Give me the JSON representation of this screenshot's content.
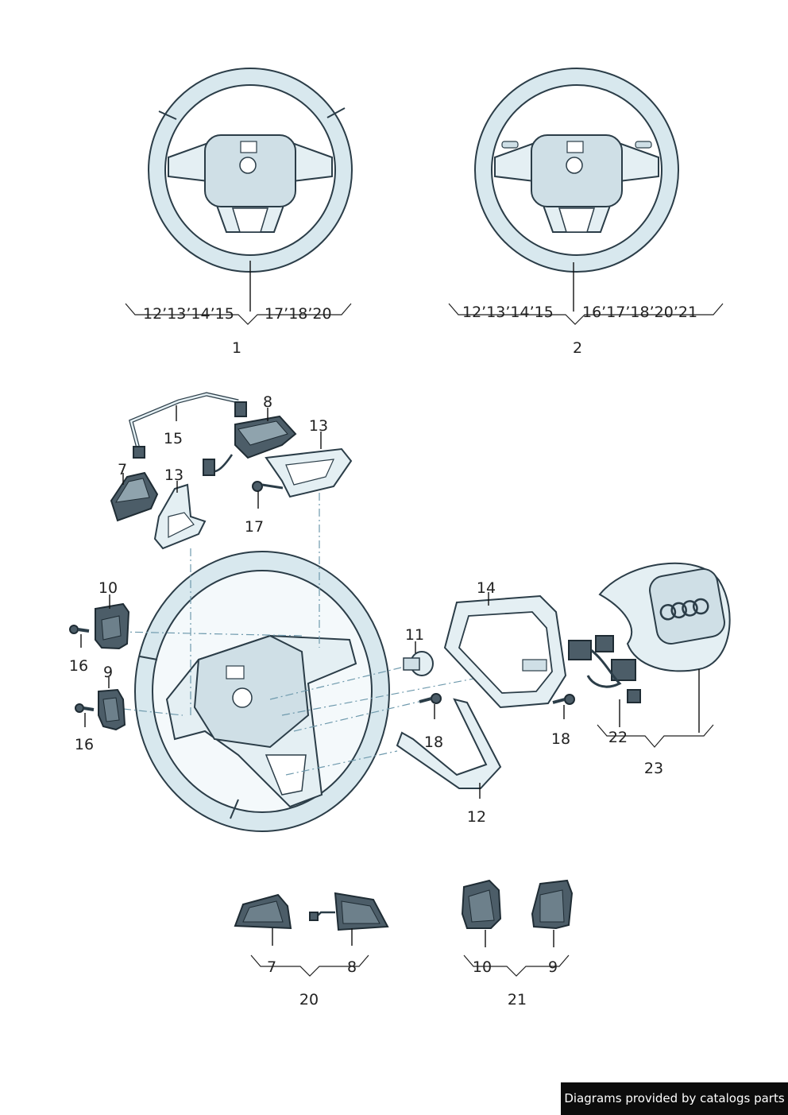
{
  "callouts": {
    "c1": "1",
    "c2": "2",
    "c7": "7",
    "c8": "8",
    "c9": "9",
    "c10": "10",
    "c11": "11",
    "c12": "12",
    "c13a": "13",
    "c13b": "13",
    "c14": "14",
    "c15": "15",
    "c16a": "16",
    "c16b": "16",
    "c17": "17",
    "c18a": "18",
    "c18b": "18",
    "c20": "20",
    "c21": "21",
    "c22": "22",
    "c23": "23",
    "c7b": "7",
    "c8b": "8",
    "c10b": "10",
    "c9b": "9"
  },
  "groups": {
    "g1_left": "12’13’14’15",
    "g1_right": "17’18’20",
    "g2_left": "12’13’14’15",
    "g2_right": "16’17’18’20’21"
  },
  "footer": "Diagrams provided by catalogs parts",
  "colors": {
    "outline": "#2b3d48",
    "fill": "#e4eff3",
    "dash": "#6f9aad",
    "footer_bg": "#0c0c0c"
  }
}
